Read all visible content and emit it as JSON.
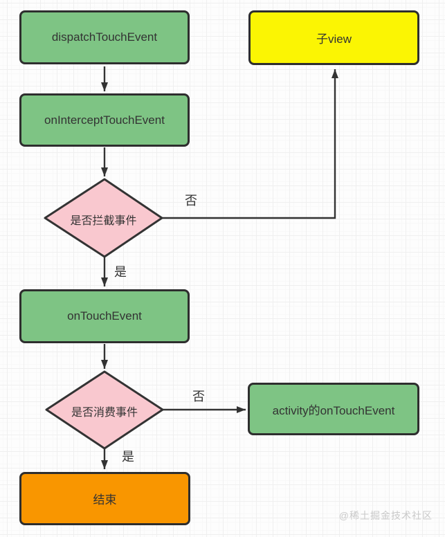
{
  "flowchart": {
    "nodes": {
      "dispatch": {
        "label": "dispatchTouchEvent"
      },
      "child_view": {
        "label": "子view"
      },
      "intercept": {
        "label": "onInterceptTouchEvent"
      },
      "intercept_decision": {
        "label": "是否拦截事件"
      },
      "on_touch": {
        "label": "onTouchEvent"
      },
      "consume_decision": {
        "label": "是否消费事件"
      },
      "activity_on_touch": {
        "label": "activity的onTouchEvent"
      },
      "end": {
        "label": "结束"
      }
    },
    "edge_labels": {
      "intercept_no": "否",
      "intercept_yes": "是",
      "consume_no": "否",
      "consume_yes": "是"
    },
    "colors": {
      "process_fill": "#7ec484",
      "decision_fill": "#f9c8cf",
      "highlight_fill": "#fbf503",
      "end_fill": "#f99600",
      "stroke": "#333333",
      "text": "#333333",
      "watermark": "#c9c9c9"
    }
  },
  "watermark": {
    "text": "@稀土掘金技术社区"
  }
}
